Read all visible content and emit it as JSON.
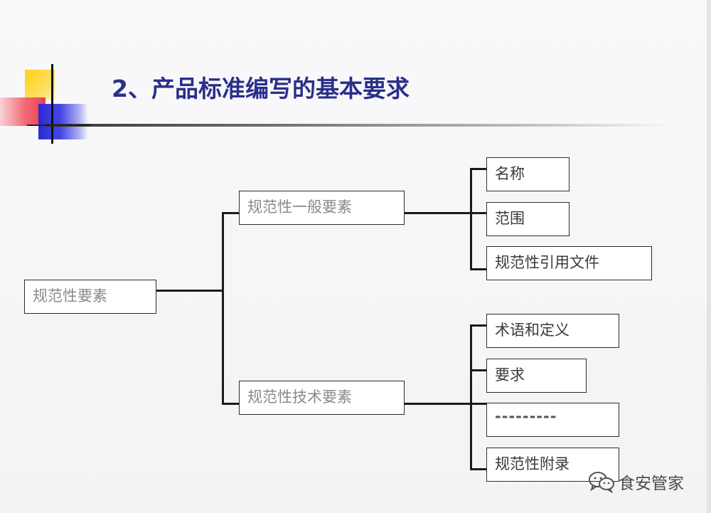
{
  "slide": {
    "title": "2、产品标准编写的基本要求"
  },
  "diagram": {
    "root": "规范性要素",
    "branches": [
      {
        "label": "规范性一般要素",
        "children": [
          "名称",
          "范围",
          "规范性引用文件"
        ]
      },
      {
        "label": "规范性技术要素",
        "children": [
          "术语和定义",
          "要求",
          "---------",
          "规范性附录"
        ]
      }
    ]
  },
  "watermark": {
    "text": "食安管家",
    "logo_icon": "wechat-logo-icon"
  },
  "colors": {
    "title": "#2b2f8a",
    "yellow_square": "#ffd21a",
    "red_square": "#ee3e4c",
    "blue_square": "#2a2ad4"
  }
}
